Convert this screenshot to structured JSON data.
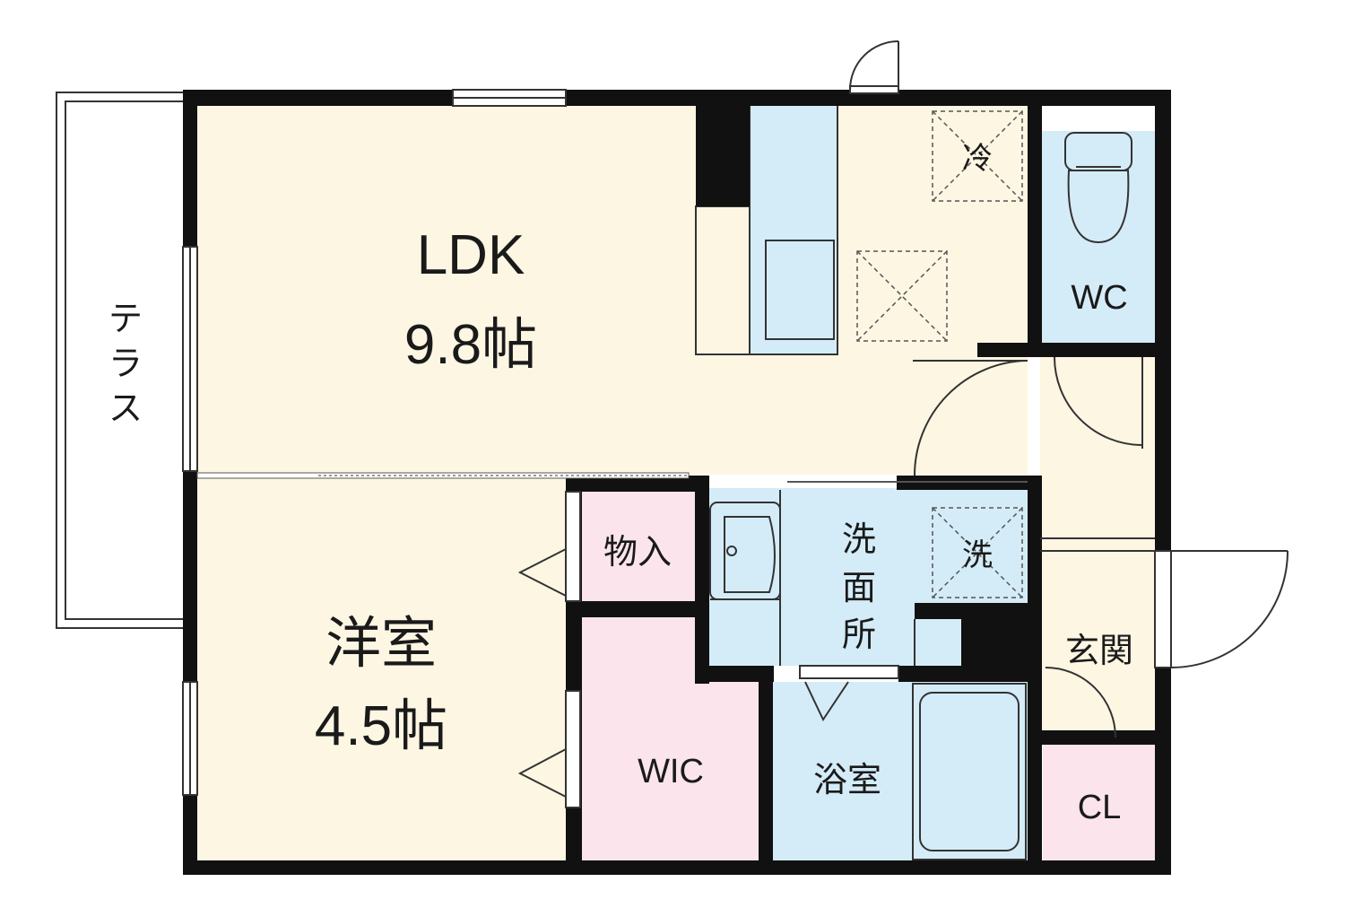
{
  "rooms": {
    "ldk": {
      "name": "LDK",
      "size": "9.8帖"
    },
    "western": {
      "name": "洋室",
      "size": "4.5帖"
    },
    "storage": {
      "name": "物入"
    },
    "wic": {
      "name": "WIC"
    },
    "washroom": {
      "chars": [
        "洗",
        "面",
        "所"
      ]
    },
    "bath": {
      "name": "浴室"
    },
    "wc": {
      "name": "WC"
    },
    "entrance": {
      "name": "玄関"
    },
    "closet": {
      "name": "CL"
    },
    "terrace": {
      "chars": [
        "テ",
        "ラ",
        "ス"
      ]
    }
  },
  "fixtures": {
    "fridge": "冷",
    "washer": "洗"
  },
  "colors": {
    "wall": "#111111",
    "living_floor": "#fdf6e3",
    "wet_area": "#d4ecf7",
    "storage_floor": "#fbe4ec",
    "line": "#333333"
  }
}
